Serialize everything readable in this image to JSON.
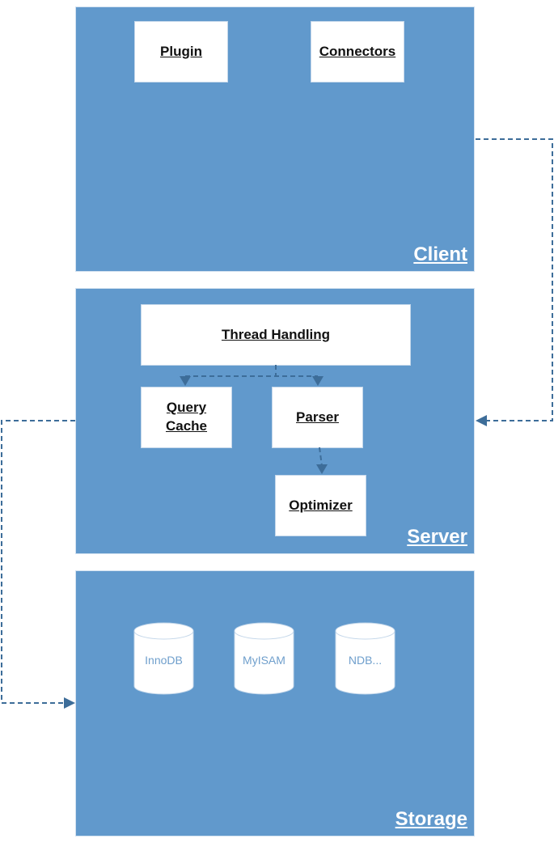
{
  "client": {
    "title": "Client",
    "plugin": "Plugin",
    "connectors": "Connectors"
  },
  "server": {
    "title": "Server",
    "thread_handling": "Thread Handling",
    "query_cache": [
      "Query",
      "Cache"
    ],
    "parser": "Parser",
    "optimizer": "Optimizer"
  },
  "storage": {
    "title": "Storage",
    "engines": [
      "InnoDB",
      "MyISAM",
      "NDB..."
    ]
  },
  "colors": {
    "panel": "#6199cc",
    "arrow": "#3d6d99",
    "db_text": "#6f9fcc"
  }
}
